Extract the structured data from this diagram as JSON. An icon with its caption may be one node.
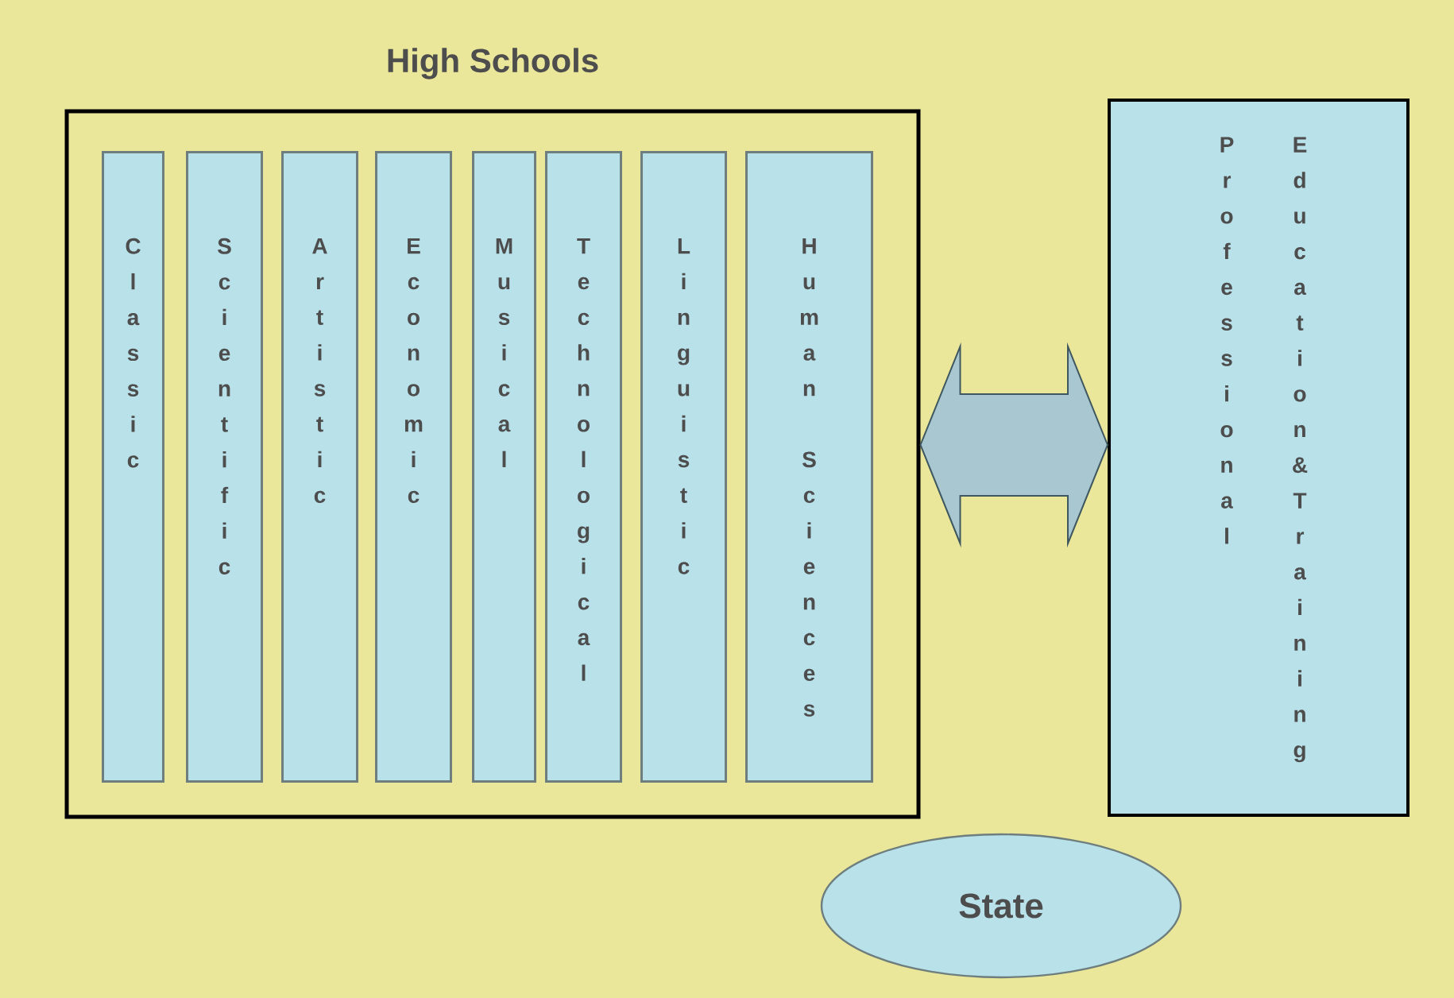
{
  "diagram": {
    "nodes": [
      {
        "text": [
          "High Schools"
        ]
      },
      {
        "text": [
          "Classic"
        ],
        "in": 0
      },
      {
        "text": [
          "Scientific"
        ],
        "in": 0
      },
      {
        "text": [
          "Artistic"
        ],
        "in": 0
      },
      {
        "text": [
          "Economic"
        ],
        "in": 0
      },
      {
        "text": [
          "Musical"
        ],
        "in": 0
      },
      {
        "text": [
          "Technological"
        ],
        "in": 0
      },
      {
        "text": [
          "Linguistic"
        ],
        "in": 0
      },
      {
        "text": [
          "Human Sciences"
        ],
        "in": 0
      },
      {
        "text": [
          "Professional",
          "Education&Training"
        ]
      },
      {
        "text": [
          "State"
        ]
      }
    ],
    "edges": [
      {
        "from": 0,
        "to": 9,
        "arrow": "both"
      }
    ]
  }
}
